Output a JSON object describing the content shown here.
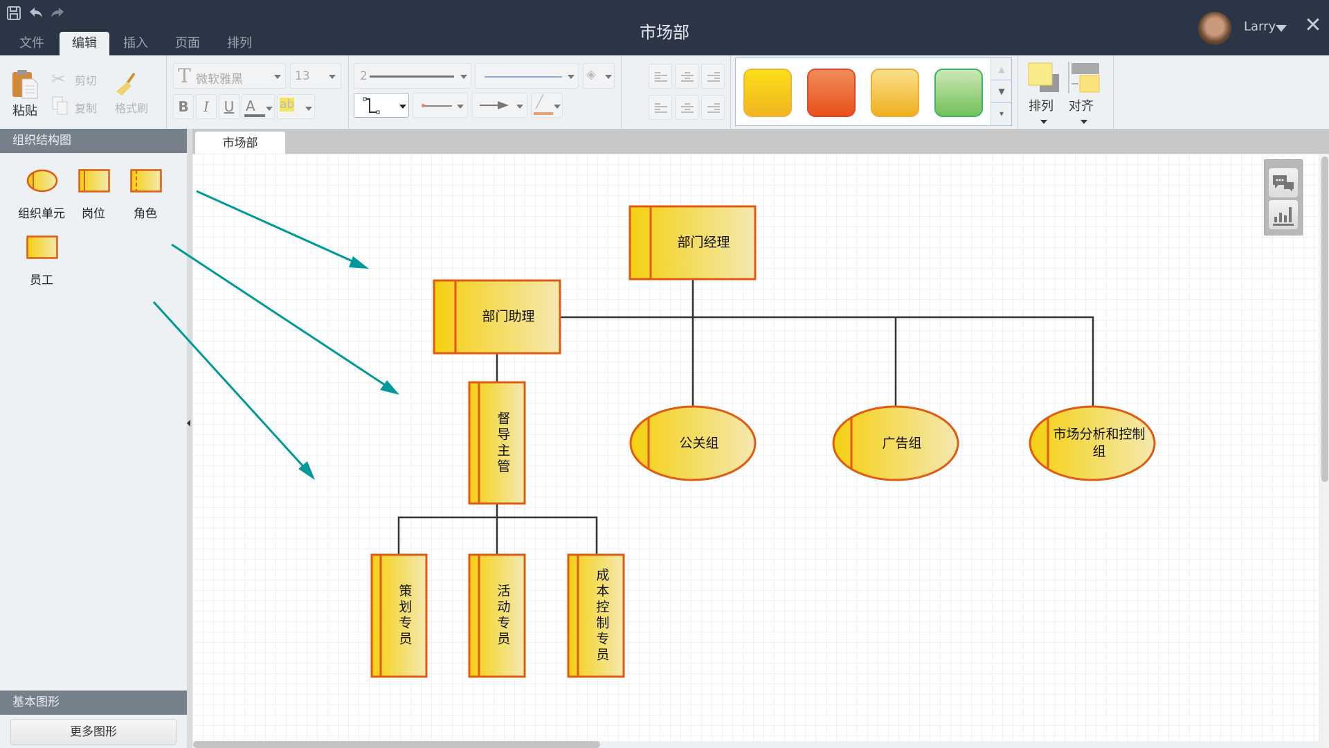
{
  "window": {
    "title": "市场部",
    "user": {
      "name": "Larry"
    },
    "quick_access": [
      "save-icon",
      "undo-icon",
      "redo-icon"
    ]
  },
  "menu_tabs": [
    {
      "label": "文件",
      "active": false
    },
    {
      "label": "编辑",
      "active": true
    },
    {
      "label": "插入",
      "active": false
    },
    {
      "label": "页面",
      "active": false
    },
    {
      "label": "排列",
      "active": false
    }
  ],
  "ribbon": {
    "clipboard": {
      "paste": "粘贴",
      "cut": "剪切",
      "copy": "复制",
      "format_painter": "格式刷"
    },
    "font": {
      "family": "微软雅黑",
      "size": "13",
      "bold": "B",
      "italic": "I",
      "underline": "U",
      "color": "A",
      "highlight": "ab"
    },
    "line": {
      "width_value": "2"
    },
    "style_swatches": [
      {
        "name": "yellow",
        "from": "#f9e01a",
        "to": "#f4b321",
        "border": "#f0b43a"
      },
      {
        "name": "orange-red",
        "from": "#f08c5a",
        "to": "#e9501a",
        "border": "#e4432b"
      },
      {
        "name": "light-orange",
        "from": "#f9e08a",
        "to": "#f0b020",
        "border": "#f2a93a"
      },
      {
        "name": "green",
        "from": "#cde7b3",
        "to": "#71c15a",
        "border": "#3bb46b"
      }
    ],
    "arrange_label": "排列",
    "align_label": "对齐"
  },
  "sidebar": {
    "section_title": "组织结构图",
    "shapes": [
      {
        "label": "组织单元",
        "icon": "org-unit-ellipse-icon"
      },
      {
        "label": "岗位",
        "icon": "position-rect-icon"
      },
      {
        "label": "角色",
        "icon": "role-rect-icon"
      },
      {
        "label": "员工",
        "icon": "employee-rect-icon"
      }
    ],
    "basic_section_title": "基本图形",
    "more_shapes_label": "更多图形"
  },
  "canvas": {
    "tab_label": "市场部",
    "nodes": {
      "manager": "部门经理",
      "assistant": "部门助理",
      "supervisor": "督导主管",
      "pr_group": "公关组",
      "ad_group": "广告组",
      "analysis_group": "市场分析和控制组",
      "planner": "策划专员",
      "event": "活动专员",
      "cost": "成本控制专员"
    },
    "colors": {
      "node_border": "#e05a12",
      "node_fill_from": "#f5d010",
      "node_fill_to": "#f4e9b0",
      "connector": "#333333",
      "annotation_arrow": "#009999"
    }
  }
}
